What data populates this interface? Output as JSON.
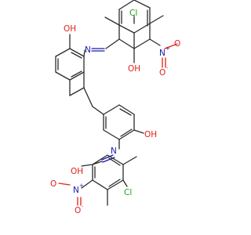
{
  "colors": {
    "carbon": "#2b2b2b",
    "nitrogen": "#1a1aa8",
    "oxygen": "#e0201a",
    "chlorine": "#1e9b1e"
  },
  "labels": {
    "cl_top": "Cl",
    "oh_top_phenol": "OH",
    "n_top": "N",
    "oh_top_salicyl": "OH",
    "n_top_nitro": "N",
    "plus_top": "+",
    "o_top_nitro": "O",
    "minus_top": "-",
    "oh_bottom_phenol": "OH",
    "n_bottom": "N",
    "oh_bottom_salicyl": "OH",
    "n_bottom_nitro": "N",
    "plus_bottom": "+",
    "o_bottom_nitro": "O",
    "minus_bottom": "-",
    "cl_bottom": "Cl"
  }
}
